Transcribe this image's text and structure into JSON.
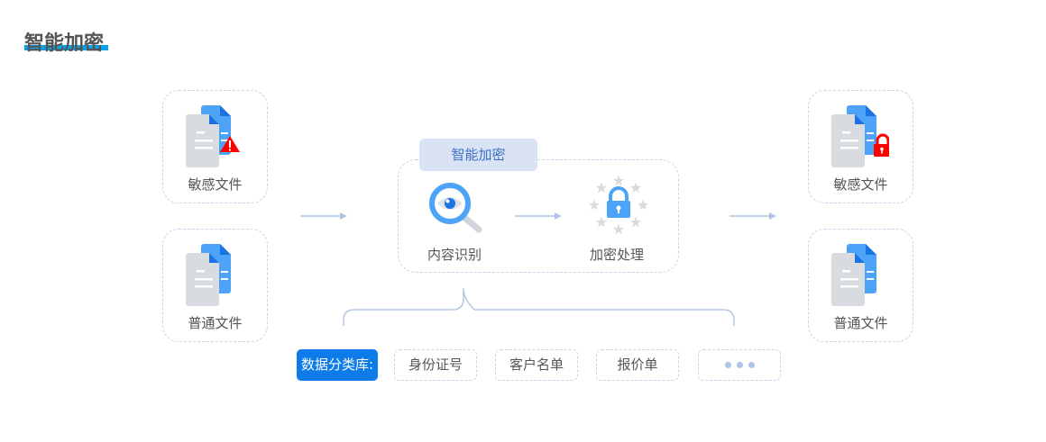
{
  "title": "智能加密",
  "inputs": [
    {
      "label": "敏感文件",
      "badge": "warning-icon"
    },
    {
      "label": "普通文件",
      "badge": null
    }
  ],
  "process": {
    "tab_label": "智能加密",
    "steps": [
      {
        "label": "内容识别",
        "icon": "magnifier-eye-icon"
      },
      {
        "label": "加密处理",
        "icon": "lock-stars-icon"
      }
    ]
  },
  "outputs": [
    {
      "label": "敏感文件",
      "badge": "lock-icon"
    },
    {
      "label": "普通文件",
      "badge": null
    }
  ],
  "library": {
    "label": "数据分类库:",
    "items": [
      "身份证号",
      "客户名单",
      "报价单"
    ],
    "more": "more-dots-icon"
  },
  "colors": {
    "accent": "#0d7be8",
    "doc_blue": "#4da3f7",
    "doc_gray": "#d8dbe0",
    "alert": "#ff0000",
    "dash": "#c5d4ec"
  }
}
